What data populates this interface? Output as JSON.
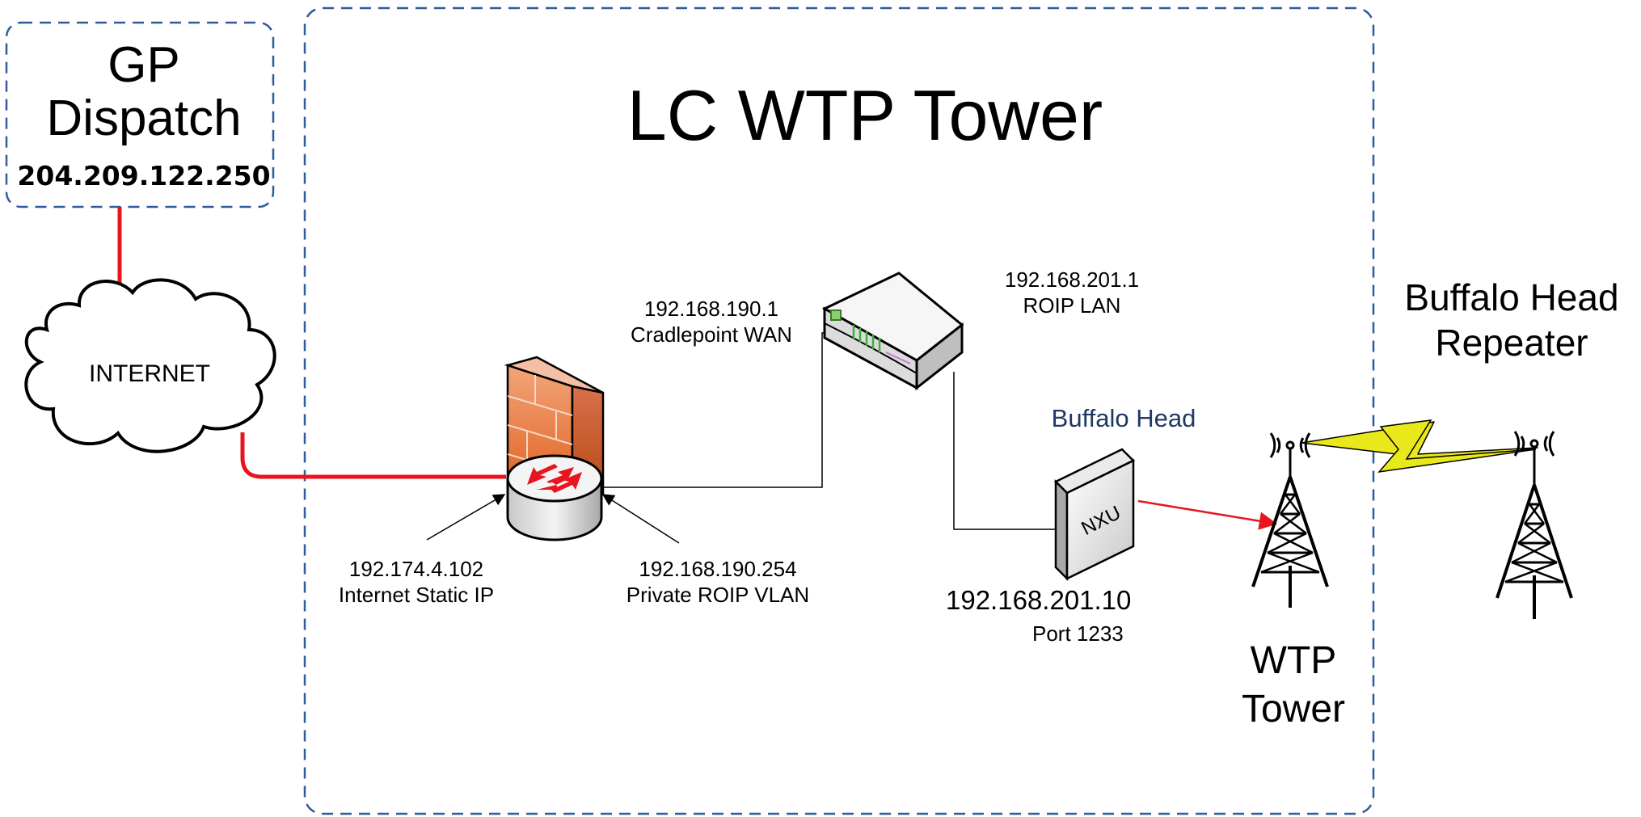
{
  "title": "LC WTP Tower",
  "gp_dispatch": {
    "name_line1": "GP",
    "name_line2": "Dispatch",
    "ip": "204.209.122.250"
  },
  "cloud": {
    "label": "INTERNET"
  },
  "firewall": {
    "left_ip": "192.174.4.102",
    "left_desc": "Internet Static IP",
    "right_ip": "192.168.190.254",
    "right_desc": "Private ROIP VLAN"
  },
  "cradlepoint": {
    "wan_ip": "192.168.190.1",
    "wan_desc": "Cradlepoint WAN",
    "lan_ip": "192.168.201.1",
    "lan_desc": "ROIP LAN"
  },
  "nxu": {
    "site_label": "Buffalo Head",
    "device_text": "NXU",
    "ip": "192.168.201.10",
    "port": "Port 1233"
  },
  "wtp_tower": {
    "line1": "WTP",
    "line2": "Tower"
  },
  "repeater": {
    "line1": "Buffalo Head",
    "line2": "Repeater"
  },
  "colors": {
    "boundary": "#2e5c9e",
    "wan_link": "#e8141e",
    "lan_link": "#000000",
    "radio_link": "#e8e81a"
  }
}
